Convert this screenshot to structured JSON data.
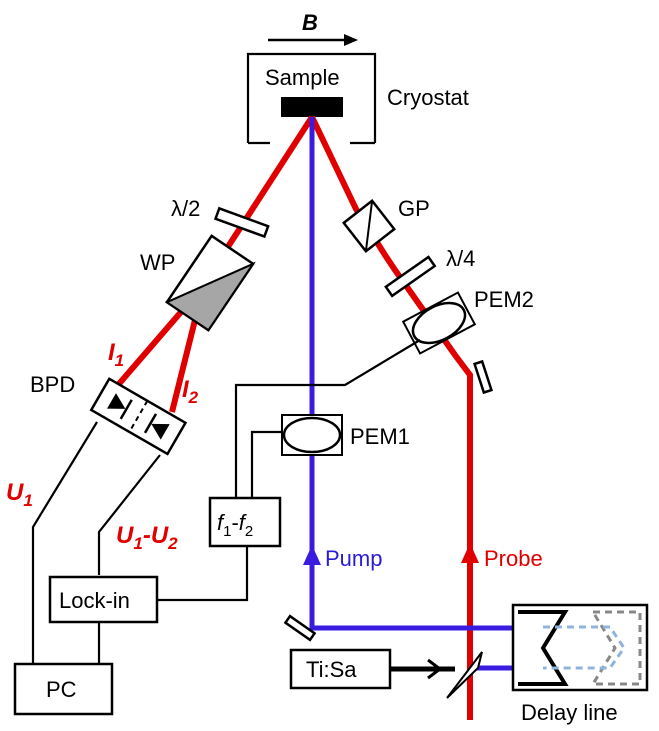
{
  "labels": {
    "field": "B",
    "sample": "Sample",
    "cryostat": "Cryostat",
    "half_wave": "λ/2",
    "quarter_wave": "λ/4",
    "wollaston": "WP",
    "glan_prism": "GP",
    "pem2": "PEM2",
    "pem1": "PEM1",
    "bpd": "BPD",
    "i1": "I",
    "i1_sub": "1",
    "i2": "I",
    "i2_sub": "2",
    "u1": "U",
    "u1_sub": "1",
    "u_diff_a": "U",
    "u_diff_a_sub": "1",
    "u_diff_dash": "-",
    "u_diff_b": "U",
    "u_diff_b_sub": "2",
    "freq_f": "f",
    "freq_sub1": "1",
    "freq_dash": "-",
    "freq_f2": "f",
    "freq_sub2": "2",
    "pump": "Pump",
    "probe": "Probe",
    "lockin": "Lock-in",
    "pc": "PC",
    "laser": "Ti:Sa",
    "delay": "Delay line"
  },
  "colors": {
    "probe_beam": "#e00000",
    "pump_beam": "#3a1be0",
    "delay_dashed": "#8fb4dc"
  }
}
